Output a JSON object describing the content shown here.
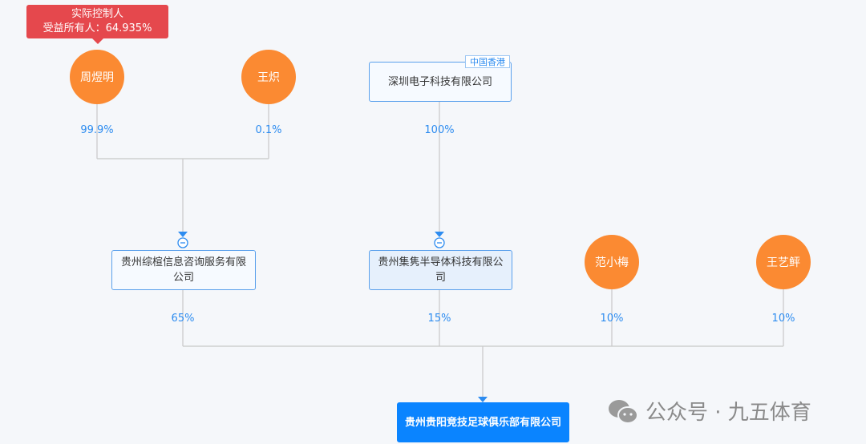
{
  "tooltip": {
    "line1": "实际控制人",
    "line2": "受益所有人：64.935%"
  },
  "persons": [
    "周煜明",
    "王炽",
    "范小梅",
    "王艺鲆"
  ],
  "companies": {
    "shenzhen": {
      "name": "深圳电子科技有限公司",
      "tag": "中国香港"
    },
    "zongshan": "贵州综楦信息咨询服务有限公司",
    "jijuan": "贵州集隽半导体科技有限公司",
    "target": "贵州贵阳竞技足球俱乐部有限公司"
  },
  "percents": {
    "p1": "99.9%",
    "p2": "0.1%",
    "p3": "100%",
    "p4": "65%",
    "p5": "15%",
    "p6": "10%",
    "p7": "10%"
  },
  "watermark": "公众号 · 九五体育",
  "colors": {
    "person": "#fb8a32",
    "controller": "#e5484d",
    "target": "#0a84ff",
    "line": "#c8c8c8"
  }
}
